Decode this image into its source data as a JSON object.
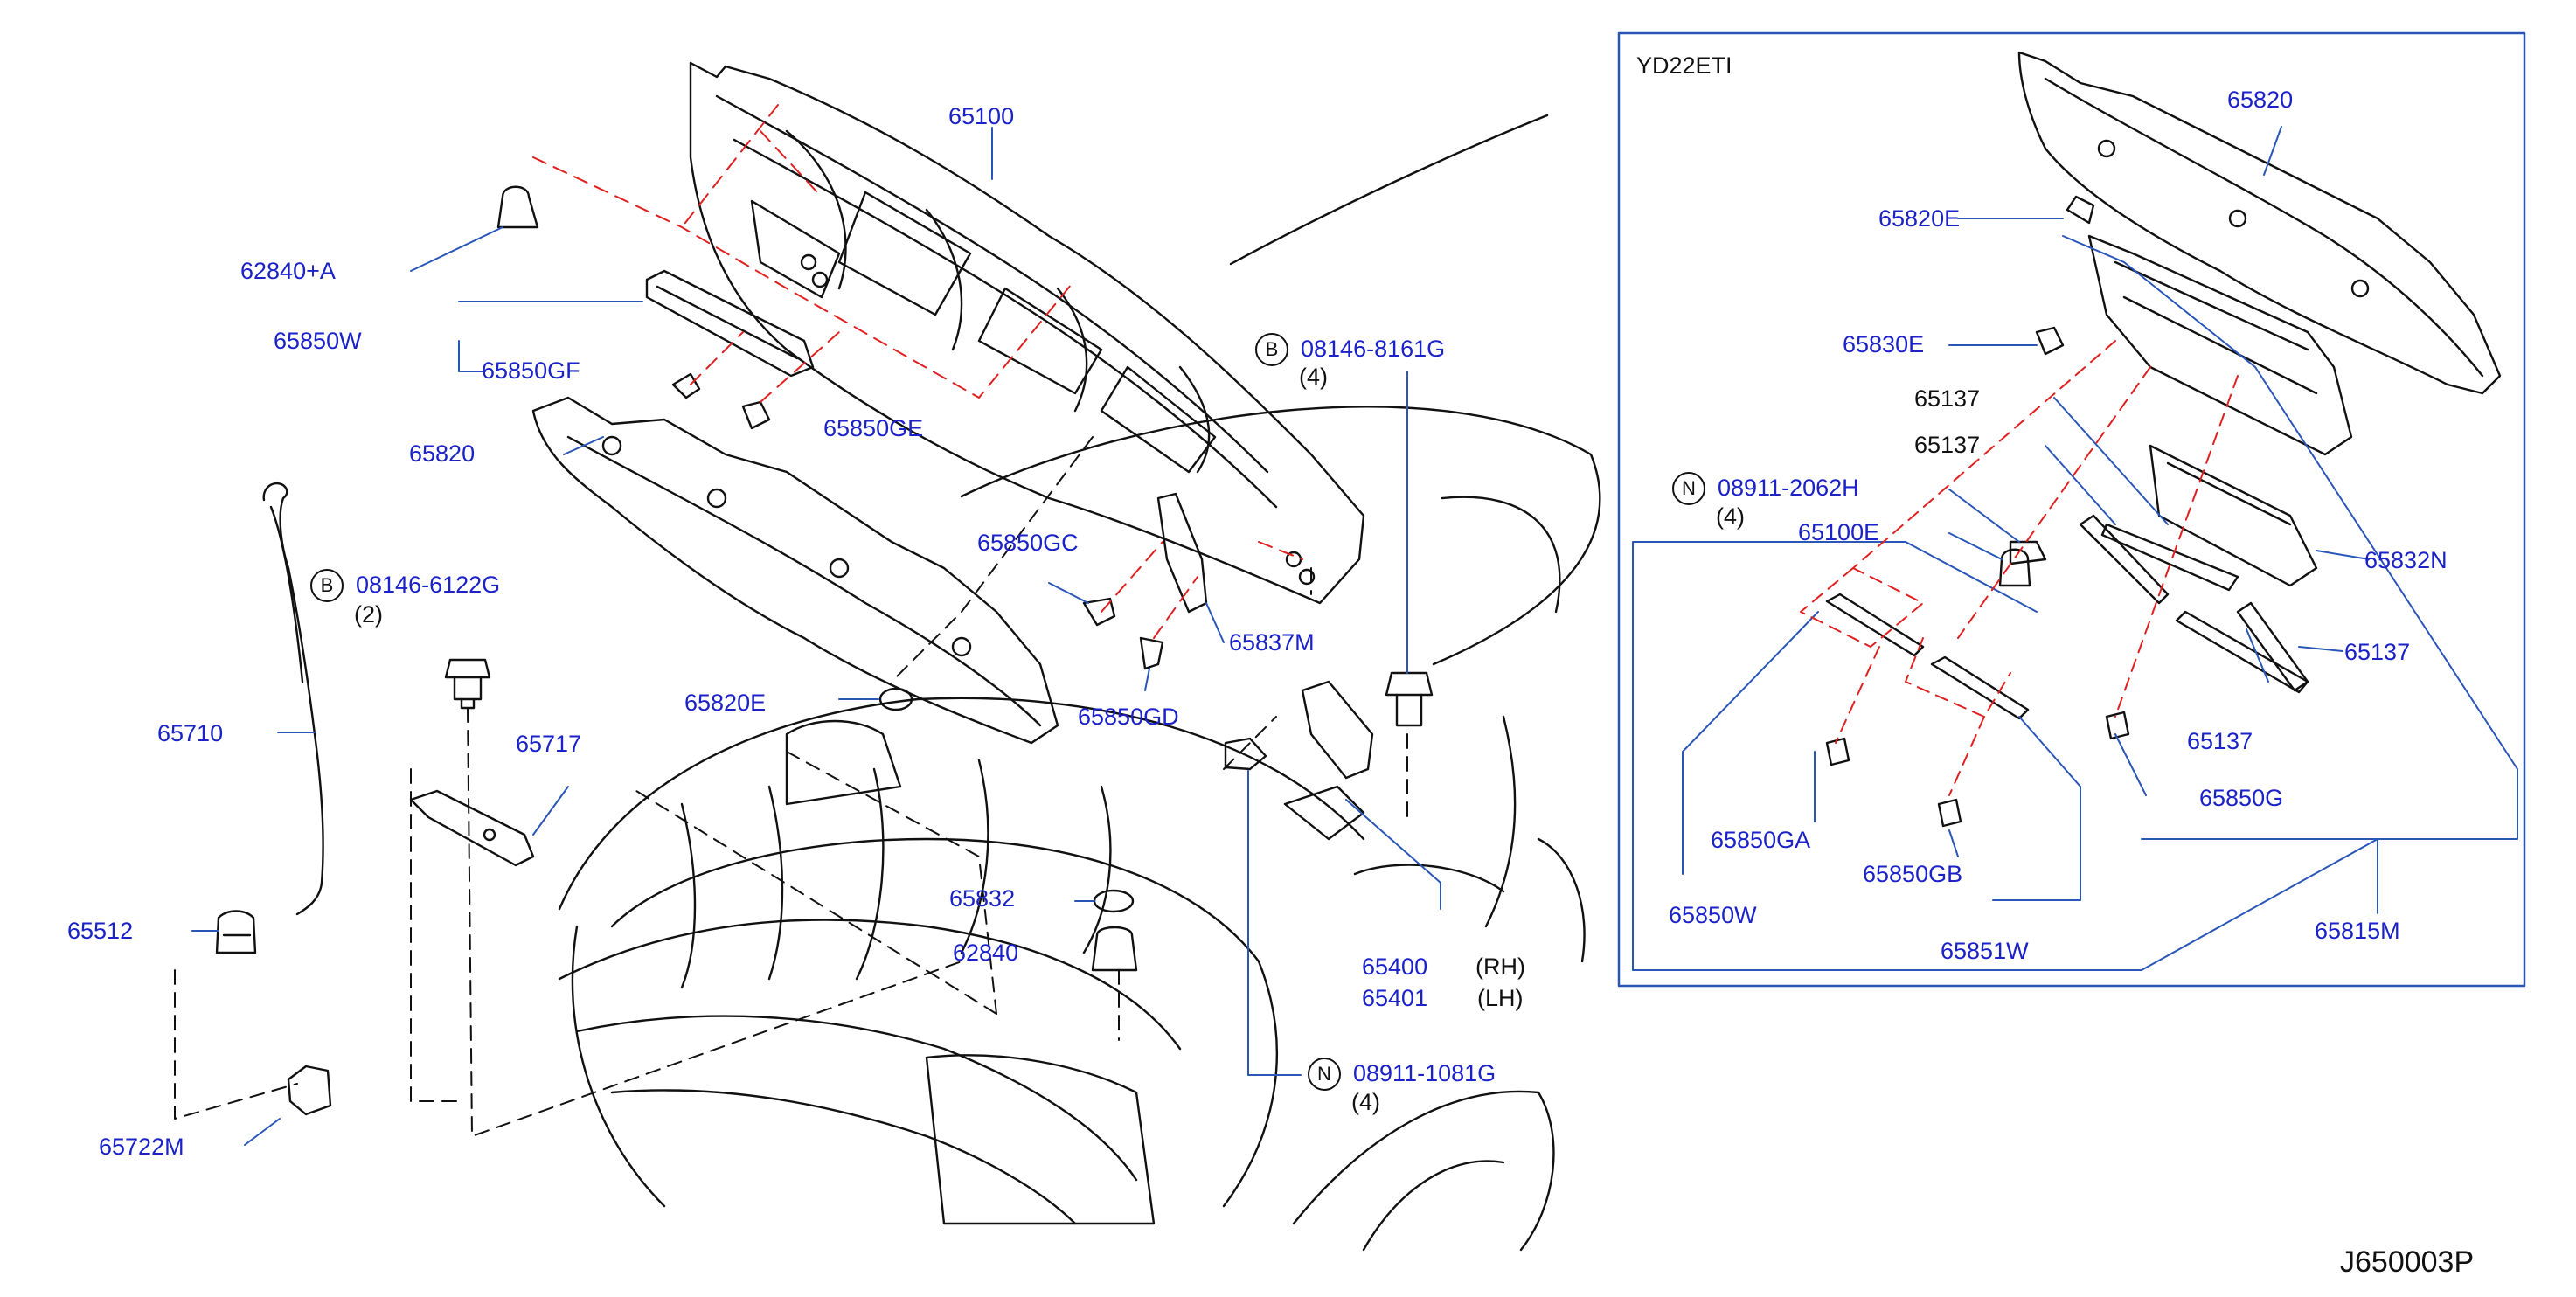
{
  "colors": {
    "callout": "#1a22c8",
    "lines": "#111111",
    "phantom": "#e02020",
    "frame": "#2a56b8"
  },
  "diagram_code": "J650003P",
  "inset": {
    "title": "YD22ETI"
  },
  "symbols": {
    "bolt": "B",
    "nut": "N"
  },
  "callouts": {
    "p65100": "65100",
    "p62840a": "62840+A",
    "p65850w": "65850W",
    "p65850gf": "65850GF",
    "p65850ge": "65850GE",
    "p65820": "65820",
    "p08146_8161g": "08146-8161G",
    "q4a": "(4)",
    "p08146_6122g": "08146-6122G",
    "q2": "(2)",
    "p65710": "65710",
    "p65717": "65717",
    "p65850gc": "65850GC",
    "p65837m": "65837M",
    "p65820e": "65820E",
    "p65850gd": "65850GD",
    "p65512": "65512",
    "p65832": "65832",
    "p62840": "62840",
    "p65400": "65400",
    "p65401": "65401",
    "rh": "(RH)",
    "lh": "(LH)",
    "p08911_1081g": "08911-1081G",
    "q4b": "(4)",
    "p65722m": "65722M"
  },
  "inset_callouts": {
    "p65820": "65820",
    "p65820e": "65820E",
    "p65830e": "65830E",
    "p65137a": "65137",
    "p65137b": "65137",
    "p08911_2062h": "08911-2062H",
    "q4": "(4)",
    "p65100e": "65100E",
    "p65832n": "65832N",
    "p65137c": "65137",
    "p65137d": "65137",
    "p65850g": "65850G",
    "p65850ga": "65850GA",
    "p65850gb": "65850GB",
    "p65850w": "65850W",
    "p65851w": "65851W",
    "p65815m": "65815M"
  }
}
